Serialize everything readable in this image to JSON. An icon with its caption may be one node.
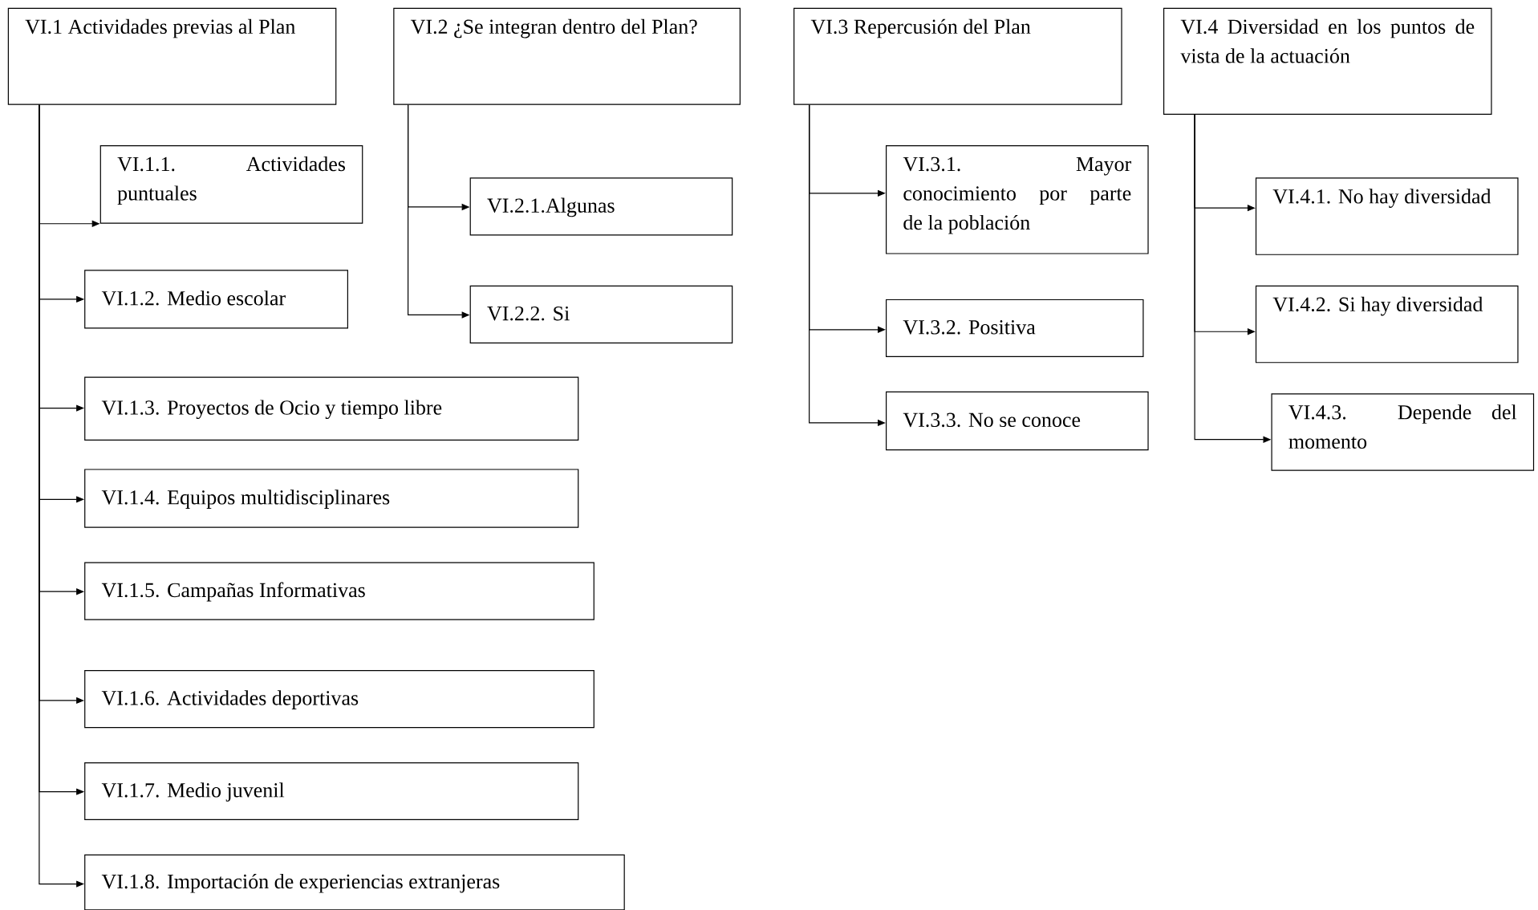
{
  "diagram": {
    "nodes": [
      {
        "text": [
          "VI.1 Actividades previas al Plan"
        ]
      },
      {
        "text": [
          "VI.1.1. Actividades puntuales"
        ]
      },
      {
        "text": [
          "VI.1.2. Medio escolar"
        ]
      },
      {
        "text": [
          "VI.1.3. Proyectos de Ocio y tiempo libre"
        ]
      },
      {
        "text": [
          "VI.1.4. Equipos multidisciplinares"
        ]
      },
      {
        "text": [
          "VI.1.5. Campañas Informativas"
        ]
      },
      {
        "text": [
          "VI.1.6. Actividades deportivas"
        ]
      },
      {
        "text": [
          "VI.1.7. Medio juvenil"
        ]
      },
      {
        "text": [
          "VI.1.8. Importación de experiencias extranjeras"
        ]
      },
      {
        "text": [
          "VI.2 ¿Se integran dentro del Plan?"
        ]
      },
      {
        "text": [
          "VI.2.1.Algunas"
        ]
      },
      {
        "text": [
          "VI.2.2. Si"
        ]
      },
      {
        "text": [
          "VI.3 Repercusión del Plan"
        ]
      },
      {
        "text": [
          "VI.3.1. Mayor conocimiento por parte de la población"
        ]
      },
      {
        "text": [
          "VI.3.2. Positiva"
        ]
      },
      {
        "text": [
          "VI.3.3. No se conoce"
        ]
      },
      {
        "text": [
          "VI.4 Diversidad en los puntos de vista de la actuación"
        ]
      },
      {
        "text": [
          "VI.4.1. No hay diversidad"
        ]
      },
      {
        "text": [
          "VI.4.2. Si hay diversidad"
        ]
      },
      {
        "text": [
          "VI.4.3. Depende del momento"
        ]
      }
    ],
    "edges": [
      {
        "from": 0,
        "to": 1,
        "arrow": "to"
      },
      {
        "from": 0,
        "to": 2,
        "arrow": "to"
      },
      {
        "from": 0,
        "to": 3,
        "arrow": "to"
      },
      {
        "from": 0,
        "to": 4,
        "arrow": "to"
      },
      {
        "from": 0,
        "to": 5,
        "arrow": "to"
      },
      {
        "from": 0,
        "to": 6,
        "arrow": "to"
      },
      {
        "from": 0,
        "to": 7,
        "arrow": "to"
      },
      {
        "from": 0,
        "to": 8,
        "arrow": "to"
      },
      {
        "from": 9,
        "to": 10,
        "arrow": "to"
      },
      {
        "from": 9,
        "to": 11,
        "arrow": "to"
      },
      {
        "from": 12,
        "to": 13,
        "arrow": "to"
      },
      {
        "from": 12,
        "to": 14,
        "arrow": "to"
      },
      {
        "from": 12,
        "to": 15,
        "arrow": "to"
      },
      {
        "from": 16,
        "to": 17,
        "arrow": "to"
      },
      {
        "from": 16,
        "to": 18,
        "arrow": "to"
      },
      {
        "from": 16,
        "to": 19,
        "arrow": "to"
      }
    ]
  }
}
